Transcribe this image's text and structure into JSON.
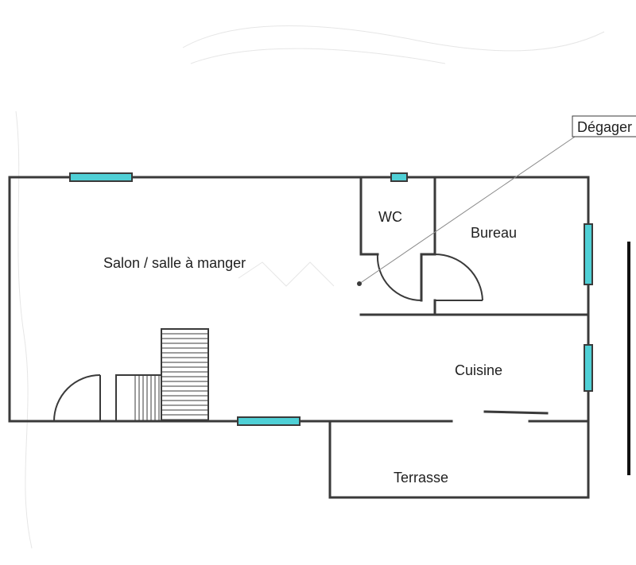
{
  "rooms": {
    "salon": "Salon / salle à manger",
    "wc": "WC",
    "bureau": "Bureau",
    "cuisine": "Cuisine",
    "terrasse": "Terrasse"
  },
  "callout": {
    "label": "Dégager"
  },
  "colors": {
    "wall": "#3a3a3a",
    "window": "#4fd0d6",
    "background": "#ffffff"
  }
}
